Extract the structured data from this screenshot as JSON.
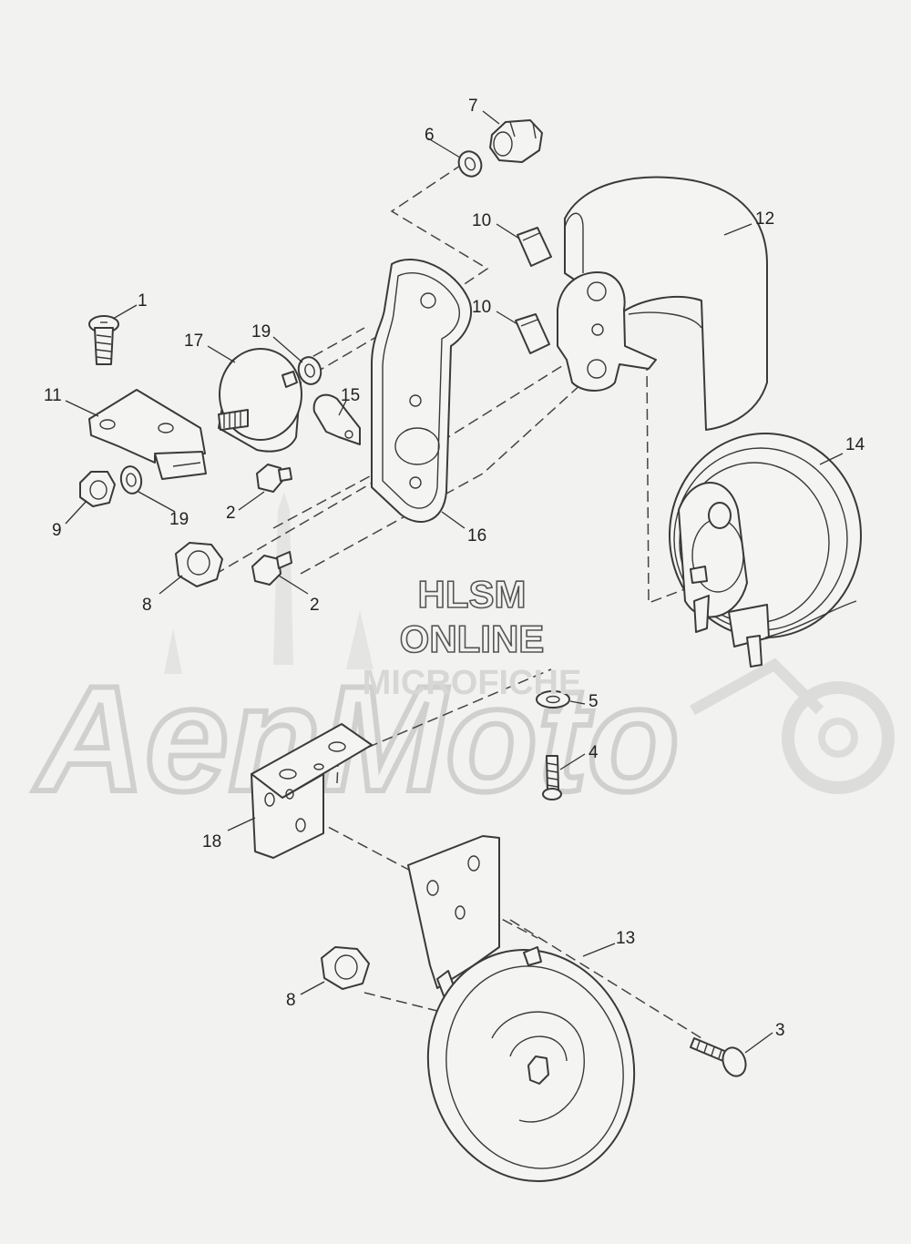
{
  "watermark": {
    "line1": "HLSM",
    "line2": "ONLINE",
    "line3": "MICROFICHE",
    "brand": "AenMoto"
  },
  "callouts": {
    "c1": "1",
    "c2a": "2",
    "c2b": "2",
    "c3": "3",
    "c4": "4",
    "c5": "5",
    "c6": "6",
    "c7": "7",
    "c8a": "8",
    "c8b": "8",
    "c9": "9",
    "c10a": "10",
    "c10b": "10",
    "c11": "11",
    "c12": "12",
    "c13": "13",
    "c14": "14",
    "c15": "15",
    "c16": "16",
    "c17": "17",
    "c18": "18",
    "c19a": "19",
    "c19b": "19"
  }
}
